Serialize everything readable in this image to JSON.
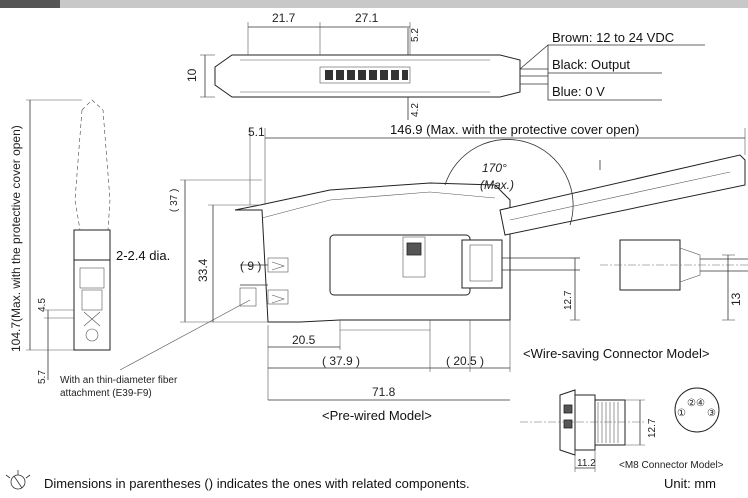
{
  "top_view": {
    "dim_21_7": "21.7",
    "dim_27_1": "27.1",
    "dim_5_2": "5.2",
    "dim_10": "10",
    "dim_4_2": "4.2"
  },
  "wires": {
    "brown": "Brown: 12 to 24 VDC",
    "black": "Black: Output",
    "blue": "Blue: 0 V"
  },
  "side_view": {
    "dim_104_7": "104.7(Max. with the protective cover open)",
    "dim_4_5": "4.5",
    "dim_5_7": "5.7"
  },
  "front_view": {
    "dim_5_1": "5.1",
    "dim_146_9": "146.9  (Max. with the protective cover open)",
    "angle": "170°",
    "angle_max": "(Max.)",
    "dim_37": "( 37 )",
    "dim_33_4": "33.4",
    "dim_9": "( 9 )",
    "fiber_dia": "2-2.4 dia.",
    "dim_20_5": "20.5",
    "dim_37_9": "( 37.9 )",
    "dim_20_5_paren": "( 20.5 )",
    "dim_71_8": "71.8",
    "dim_12_7": "12.7",
    "fiber_note_1": "With an thin-diameter fiber",
    "fiber_note_2": "attachment (E39-F9)",
    "model_label": "<Pre-wired Model>"
  },
  "wire_saving": {
    "dim_13": "13",
    "label": "<Wire-saving Connector Model>"
  },
  "m8": {
    "dim_12_7": "12.7",
    "dim_11_2": "11.2",
    "label": "<M8 Connector Model>",
    "pins": [
      "②④",
      "①",
      "③"
    ]
  },
  "footer": {
    "note": "Dimensions in parentheses () indicates the ones with related components.",
    "unit": "Unit: mm"
  }
}
